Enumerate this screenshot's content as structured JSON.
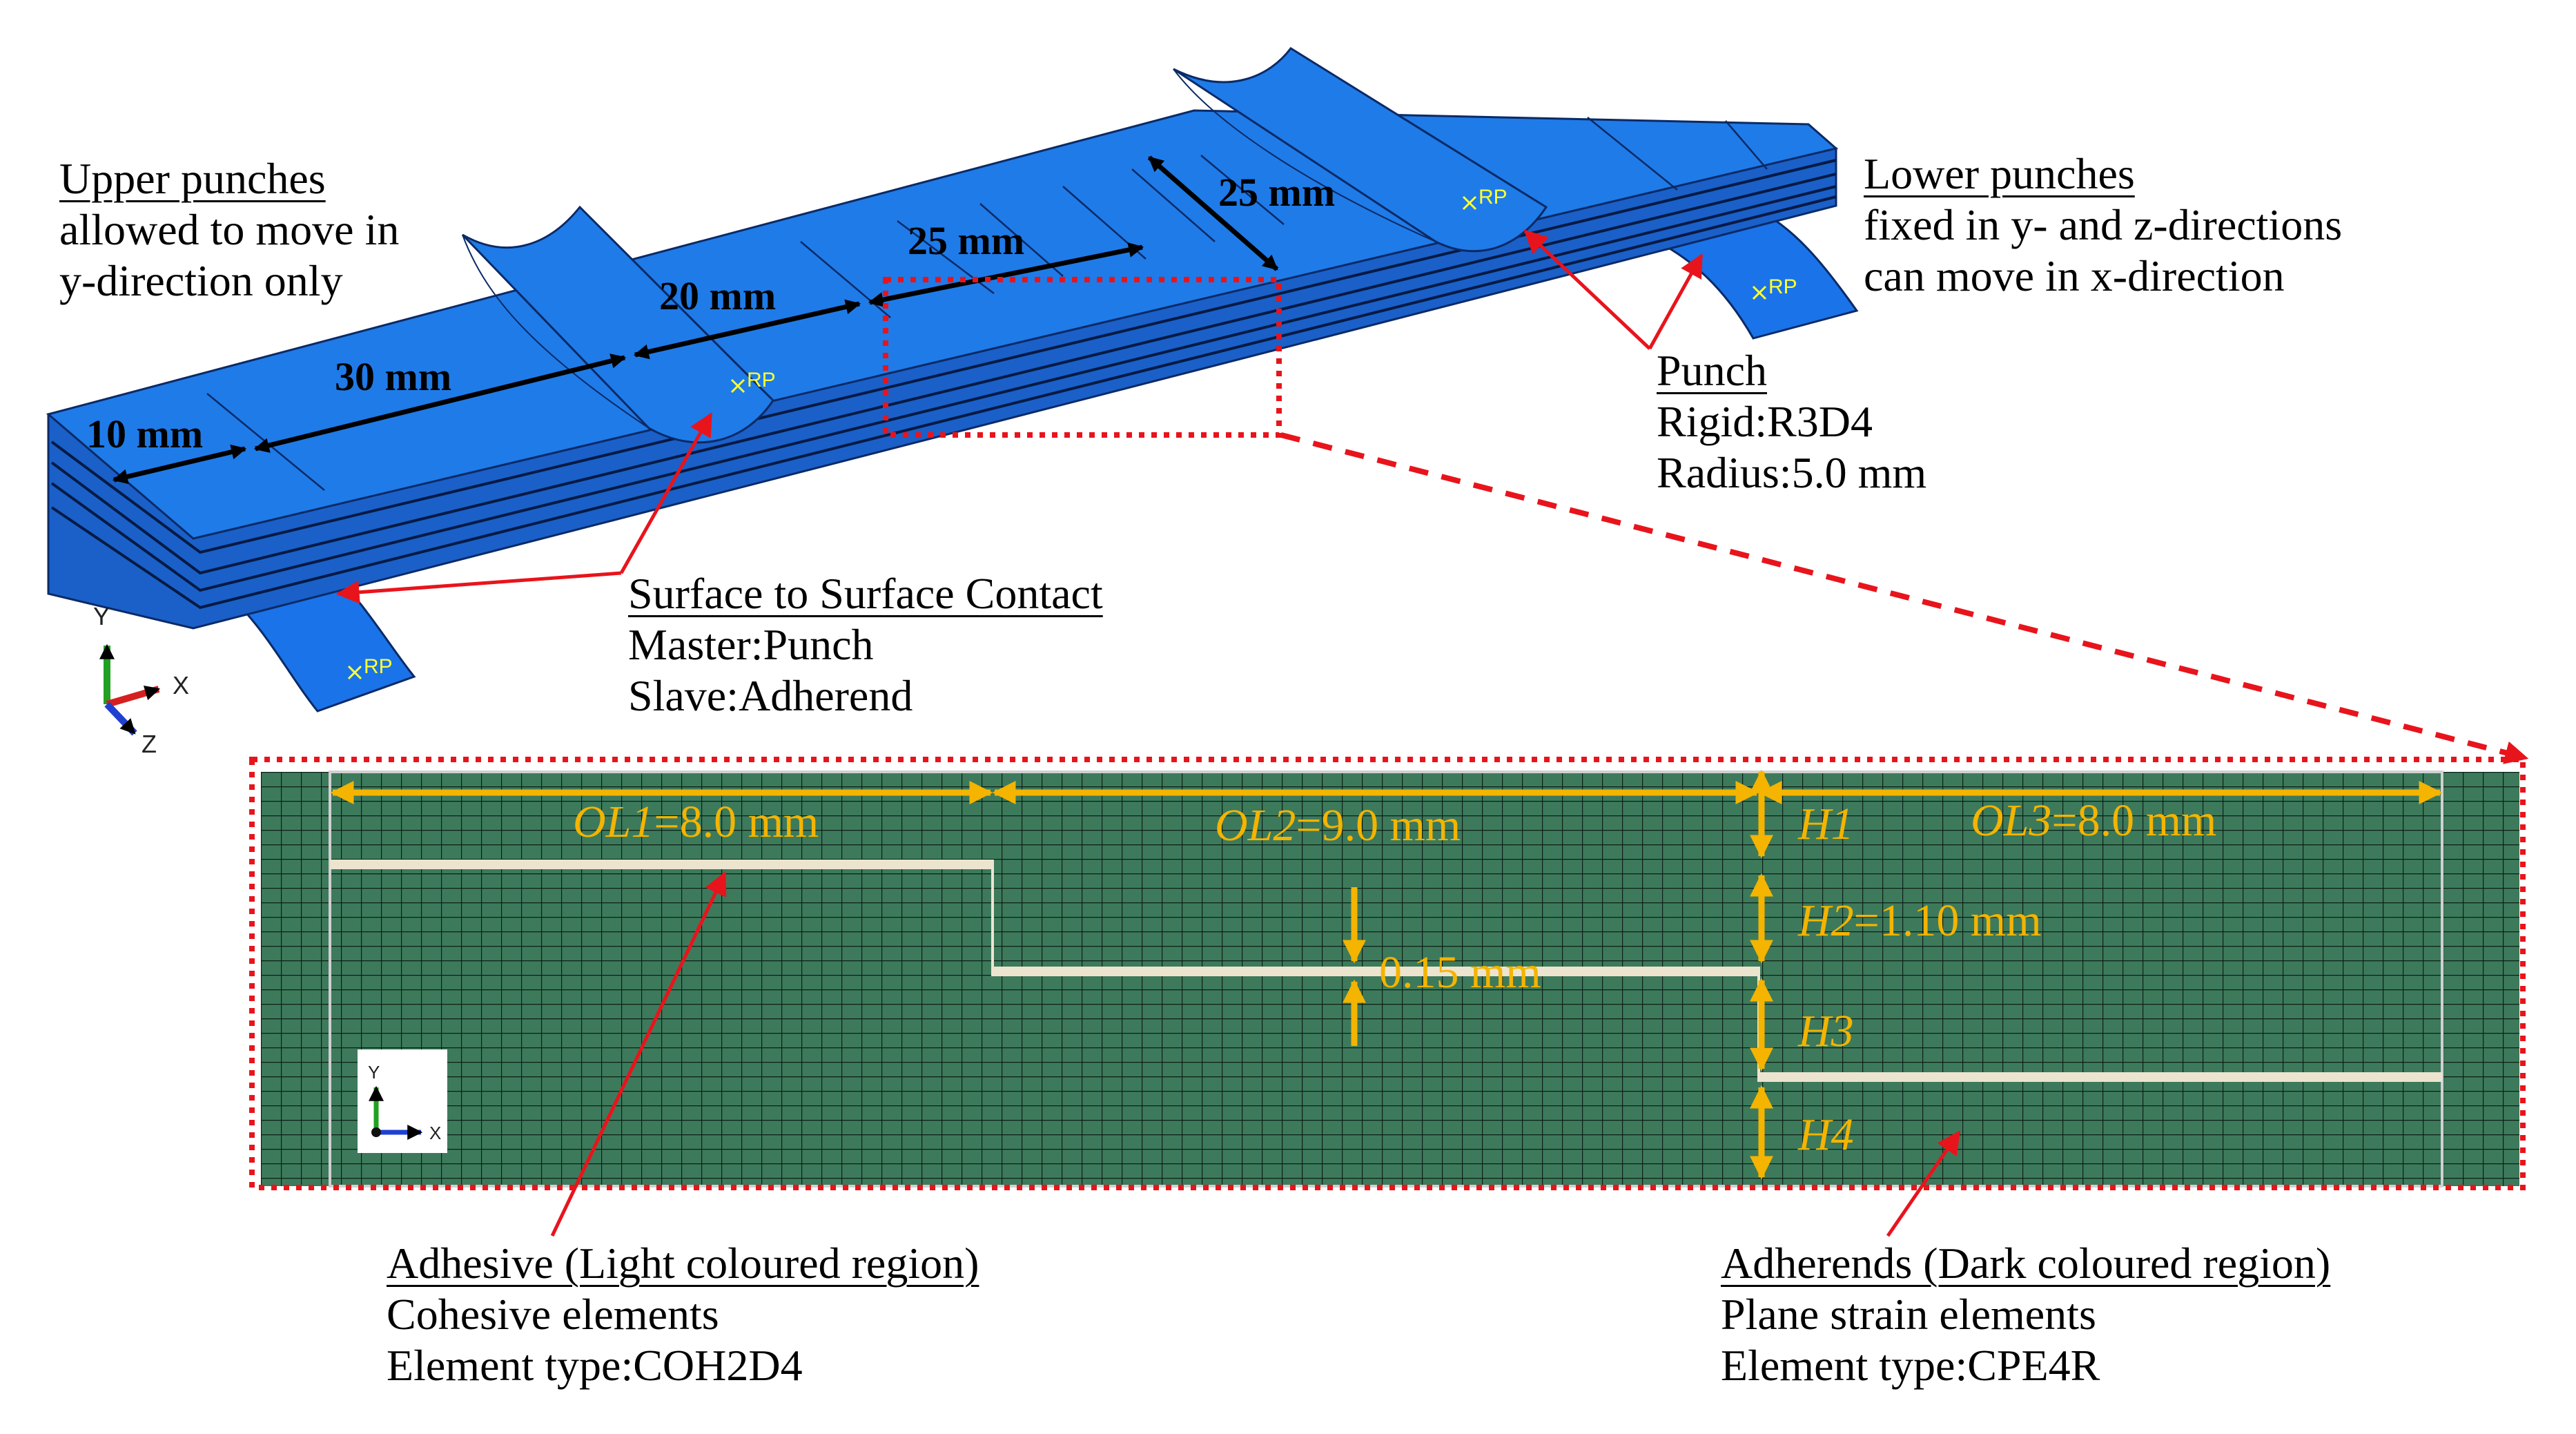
{
  "colors": {
    "part_blue": "#1a73e8",
    "mesh_green": "#3d7a5c",
    "adhesive": "#ece4cf",
    "gold": "#f4b400",
    "callout_red": "#e8141c"
  },
  "dimensions_3d": {
    "d1": "10 mm",
    "d2": "30 mm",
    "d3": "20 mm",
    "d4": "25 mm",
    "d5": "25 mm"
  },
  "rp_label": "RP",
  "axes_3d": {
    "y": "Y",
    "x": "X",
    "z": "Z"
  },
  "axes_2d": {
    "y": "Y",
    "x": "X"
  },
  "upper_punches": {
    "title": "Upper punches",
    "line1": "allowed to move in",
    "line2": "y-direction  only"
  },
  "lower_punches": {
    "title": "Lower punches",
    "line1": "fixed in y- and z-directions",
    "line2": "can move in x-direction"
  },
  "punch": {
    "title": "Punch",
    "line1": "Rigid:R3D4",
    "line2": "Radius:5.0  mm"
  },
  "contact": {
    "title": "Surface to Surface  Contact",
    "line1": "Master:Punch",
    "line2": "Slave:Adherend"
  },
  "mesh_dims": {
    "ol1_sym": "OL1",
    "ol1_val": "=8.0 mm",
    "ol2_sym": "OL2",
    "ol2_val": "=9.0 mm",
    "ol3_sym": "OL3",
    "ol3_val": "=8.0 mm",
    "h1": "H1",
    "h2_sym": "H2",
    "h2_val": "=1.10 mm",
    "h3": "H3",
    "h4": "H4",
    "thickness": "0.15 mm"
  },
  "adhesive": {
    "title": "Adhesive (Light coloured region)",
    "line1": "Cohesive elements",
    "line2": "Element type:COH2D4"
  },
  "adherends": {
    "title": "Adherends (Dark coloured region)",
    "line1": "Plane strain elements",
    "line2": "Element type:CPE4R"
  }
}
